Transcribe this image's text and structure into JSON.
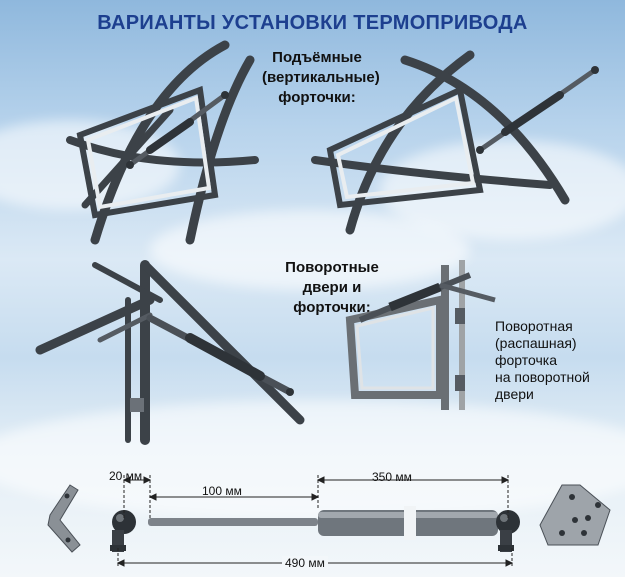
{
  "title": "ВАРИАНТЫ УСТАНОВКИ ТЕРМОПРИВОДА",
  "section_vertical": {
    "line1": "Подъёмные",
    "line2": "(вертикальные)",
    "line3": "форточки:"
  },
  "section_rotary": {
    "line1": "Поворотные",
    "line2": "двери и форточки:"
  },
  "caption_rotary_vent": {
    "line1": "Поворотная",
    "line2": "(распашная)",
    "line3": "форточка",
    "line4": "на поворотной",
    "line5": "двери"
  },
  "dimensions": {
    "d1": "20 мм",
    "d2": "100 мм",
    "d3": "350 мм",
    "d4": "490 мм"
  },
  "colors": {
    "title": "#1d3f8f",
    "frame": "#3c4248",
    "rod": "#5a6068"
  }
}
